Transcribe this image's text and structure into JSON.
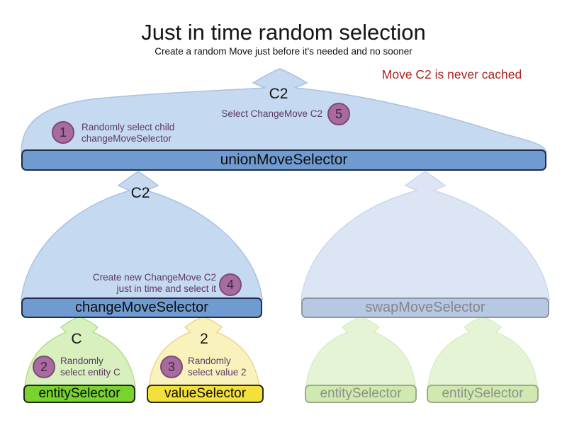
{
  "title": "Just in time random selection",
  "subtitle": "Create a random Move just before it's needed and no sooner",
  "note": {
    "text": "Move C2 is never cached"
  },
  "selectors": {
    "union": "unionMoveSelector",
    "change": "changeMoveSelector",
    "swap": "swapMoveSelector",
    "entity": "entitySelector",
    "value": "valueSelector",
    "entity_faded_left": "entitySelector",
    "entity_faded_right": "entitySelector"
  },
  "move_labels": {
    "union_move": "C2",
    "change_move": "C2",
    "entity_value": "C",
    "value_value": "2"
  },
  "steps": {
    "s1": {
      "num": "1",
      "line1": "Randomly select child",
      "line2": "changeMoveSelector"
    },
    "s2": {
      "num": "2",
      "line1": "Randomly",
      "line2": "select entity C"
    },
    "s3": {
      "num": "3",
      "line1": "Randomly",
      "line2": "select value 2"
    },
    "s4": {
      "num": "4",
      "line1": "Create new ChangeMove C2",
      "line2": "just in time and select it"
    },
    "s5": {
      "num": "5",
      "line1": "Select ChangeMove C2"
    }
  },
  "colors": {
    "note_red": "#b01f1f",
    "active_bar_blue": "#6f9bd1",
    "inactive_bar_blue": "#b7c8e3",
    "entity_bar_green": "#77d42f",
    "value_bar_yellow": "#f4e03a",
    "faded_bar_green": "#d0e9b1",
    "step_circle_purple": "#a76ba0",
    "dome_blue": "#c5d9f0",
    "dome_green": "#d8f0bd",
    "dome_yellow": "#faf2bc"
  }
}
